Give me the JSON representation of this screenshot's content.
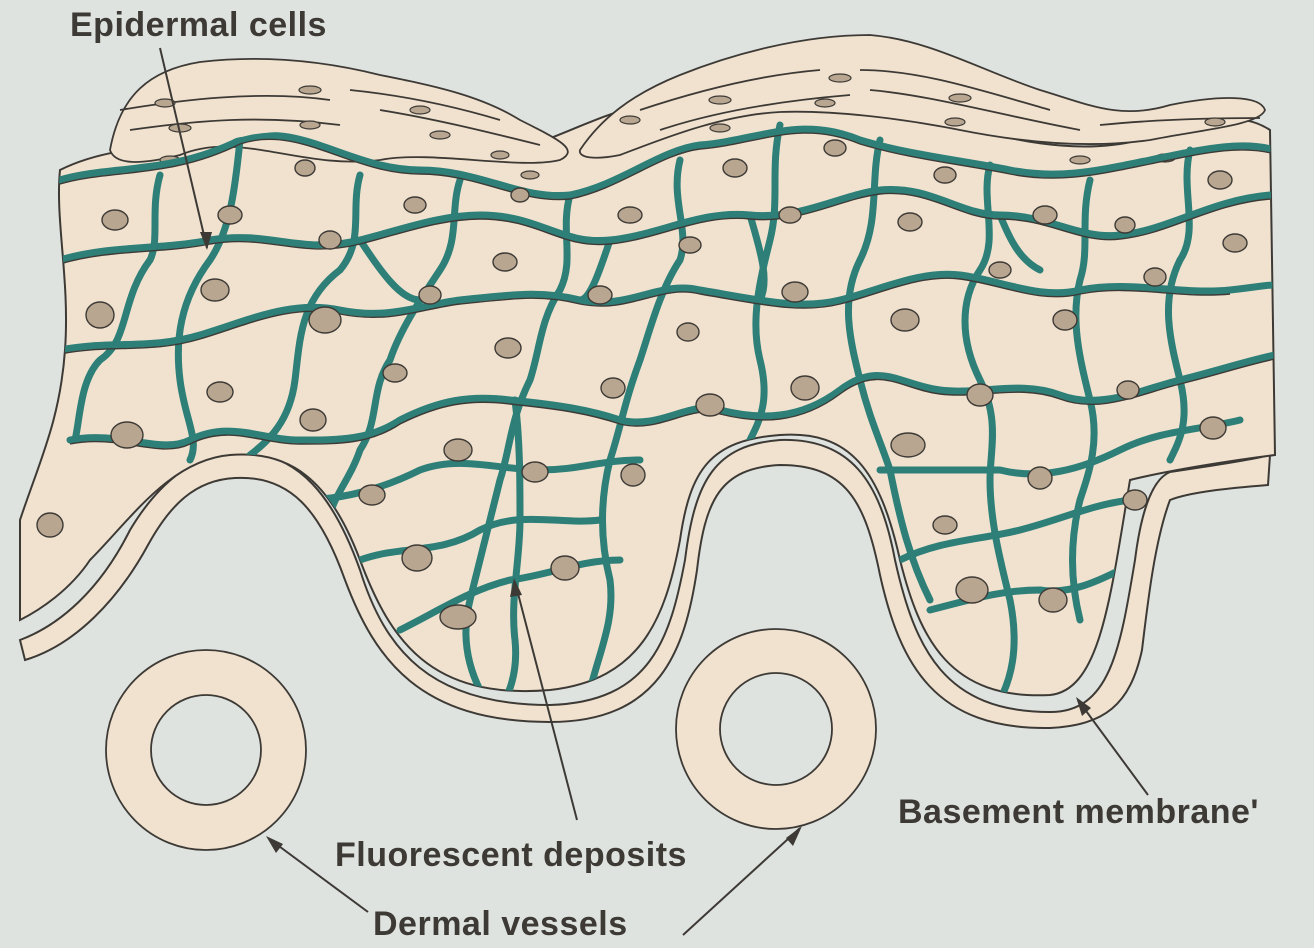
{
  "labels": {
    "epidermal_cells": "Epidermal cells",
    "fluorescent_deposits": "Fluorescent deposits",
    "basement_membrane": "Basement membrane'",
    "dermal_vessels": "Dermal vessels"
  },
  "colors": {
    "background": "#dfe3df",
    "cell_fill": "#f1e2cf",
    "fluorescent_outline": "#2d7f78",
    "line": "#3d3a36",
    "nucleus": "#b9a690"
  },
  "icons": [
    "cell-nucleus-icon",
    "dermal-vessel-ring-icon"
  ]
}
